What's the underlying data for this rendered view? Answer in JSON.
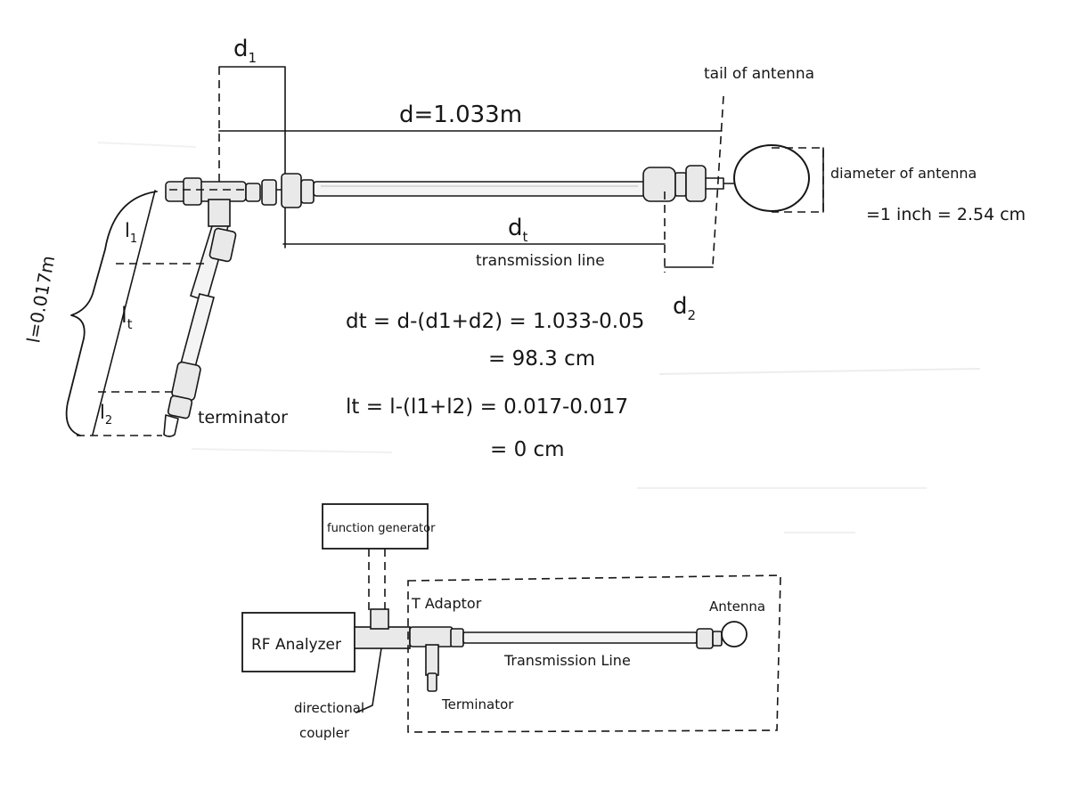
{
  "setup_sketch": {
    "label_d1": "d",
    "sub_1": "1",
    "label_d_total": "d=1.033m",
    "label_tail": "tail of antenna",
    "label_l1": "l",
    "label_lt": "l",
    "sub_t": "t",
    "label_l2": "l",
    "sub_2": "2",
    "label_l_total": "l=0.017m",
    "label_dt": "d",
    "label_transmission_line": "transmission line",
    "label_d2": "d",
    "label_terminator": "terminator",
    "label_diameter": "diameter of antenna",
    "label_diameter_value": "=1 inch = 2.54 cm"
  },
  "equations": {
    "dt_line1": "dt = d-(d1+d2) = 1.033-0.05",
    "dt_line2": "= 98.3 cm",
    "lt_line1": "lt = l-(l1+l2) = 0.017-0.017",
    "lt_line2": "= 0 cm"
  },
  "block_diagram": {
    "function_generator": "function generator",
    "rf_analyzer": "RF Analyzer",
    "t_adaptor": "T Adaptor",
    "antenna": "Antenna",
    "transmission_line": "Transmission Line",
    "terminator": "Terminator",
    "coupler_line1": "directional",
    "coupler_line2": "coupler"
  },
  "colors": {
    "ink": "#161616",
    "paper": "#ffffff",
    "fitting": "#e9e9e9"
  }
}
